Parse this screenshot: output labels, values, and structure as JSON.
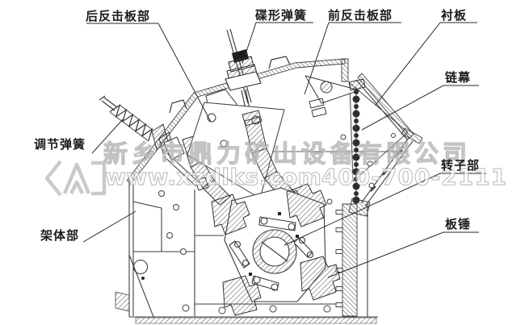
{
  "watermark": {
    "company": "新乡市鼎力矿山设备有限公司",
    "website": "www.xzdlks.com",
    "phone": "400-700-2111"
  },
  "labels": {
    "rear_impact_plate": "后反击板部",
    "disc_spring": "碟形弹簧",
    "front_impact_plate": "前反击板部",
    "liner_plate": "衬板",
    "chain_curtain": "链幕",
    "rotor": "转子部",
    "plate_hammer": "板锤",
    "adjusting_spring": "调节弹簧",
    "frame": "架体部"
  },
  "colors": {
    "line": "#3a3a3a",
    "label_text": "#1c1c1c",
    "watermark_gray": "#bdbdbd",
    "background": "#ffffff"
  }
}
